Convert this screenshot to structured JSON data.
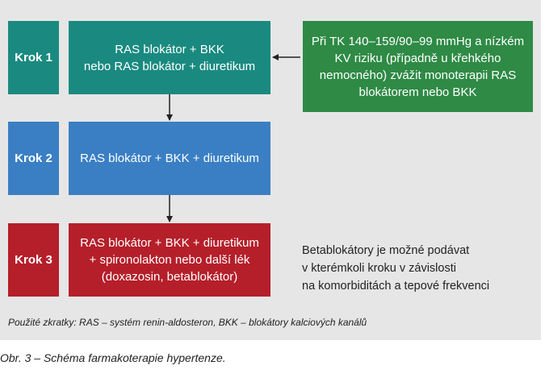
{
  "steps": [
    {
      "label": "Krok 1",
      "text": "RAS blokátor + BKK\nnebo RAS blokátor + diuretikum",
      "color": "#1a8a80"
    },
    {
      "label": "Krok 2",
      "text": "RAS blokátor + BKK + diuretikum",
      "color": "#3a7fc4"
    },
    {
      "label": "Krok 3",
      "text": "RAS blokátor + BKK + diuretikum\n+ spironolakton nebo další lék\n(doxazosin, betablokátor)",
      "color": "#b51f2a"
    }
  ],
  "monotherapy_note": {
    "text": "Při TK 140–159/90–99 mmHg a nízkém\nKV riziku (případně u křehkého\nnemocného) zvážit monoterapii RAS\nblokátorem nebo BKK",
    "color": "#2e8a45"
  },
  "side_note": "Betablokátory je možné podávat\nv kterémkoli kroku v závislosti\nna komorbiditách a tepové frekvenci",
  "abbreviations": "Použité zkratky: RAS – systém renin-aldosteron, BKK – blokátory kalciových kanálů",
  "caption": "Obr. 3 – Schéma farmakoterapie hypertenze."
}
